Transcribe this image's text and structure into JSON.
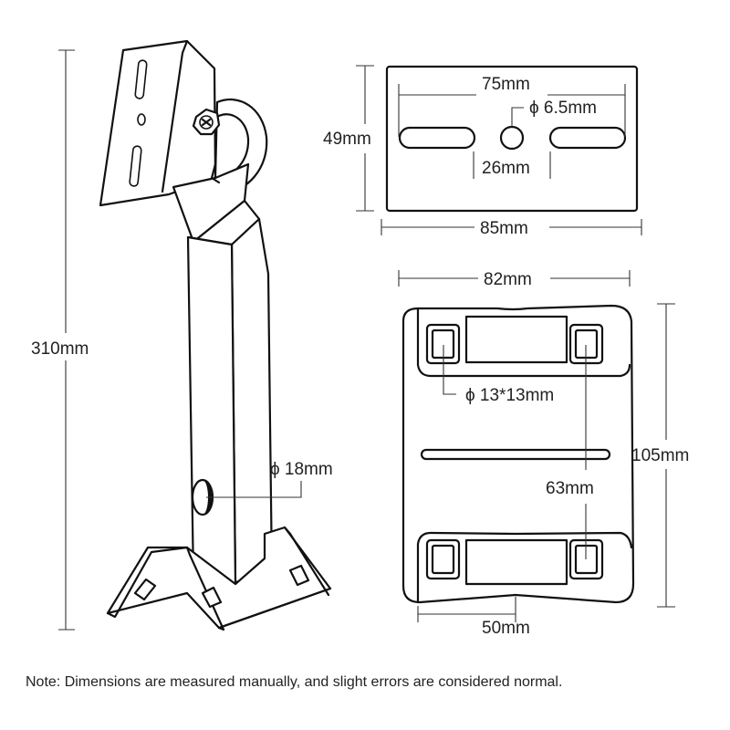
{
  "labels": {
    "overall_height": "310mm",
    "hole_spacing": "75mm",
    "hole_diameter": "ϕ 6.5mm",
    "plate_height": "49mm",
    "inner_spacing": "26mm",
    "plate_width": "85mm",
    "base_width": "82mm",
    "square_hole": "ϕ 13*13mm",
    "pole_diameter": "ϕ 18mm",
    "base_height": "105mm",
    "slot_spacing": "63mm",
    "base_bottom_width": "50mm"
  },
  "note": "Note: Dimensions are measured manually, and slight errors are considered normal."
}
